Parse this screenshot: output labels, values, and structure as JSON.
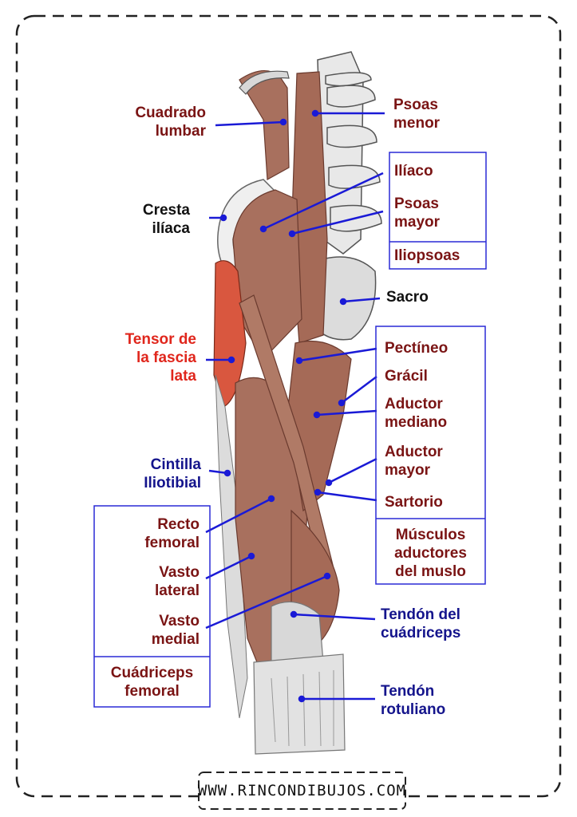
{
  "labels": {
    "cuadrado_lumbar": "Cuadrado\nlumbar",
    "psoas_menor": "Psoas\nmenor",
    "iliaco": "Ilíaco",
    "psoas_mayor": "Psoas\nmayor",
    "iliopsoas": "Iliopsoas",
    "cresta_iliaca": "Cresta\nilíaca",
    "sacro": "Sacro",
    "tensor": "Tensor de\nla fascia\nlata",
    "pectineo": "Pectíneo",
    "gracil": "Grácil",
    "aductor_mediano": "Aductor\nmediano",
    "aductor_mayor": "Aductor\nmayor",
    "sartorio": "Sartorio",
    "musculos_aductores": "Músculos\naductores\ndel muslo",
    "cintilla": "Cintilla\nIliotibial",
    "recto_femoral": "Recto\nfemoral",
    "vasto_lateral": "Vasto\nlateral",
    "vasto_medial": "Vasto\nmedial",
    "cuadriceps_femoral": "Cuádriceps\nfemoral",
    "tendon_cuadriceps": "Tendón del\ncuádriceps",
    "tendon_rotuliano": "Tendón\nrotuliano"
  },
  "footer": "WWW.RINCONDIBUJOS.COM",
  "colors": {
    "muscle": "#a8705e",
    "muscle_dark": "#7d4a3c",
    "tensor": "#d9573f",
    "bone": "#e6e6e6",
    "tendon": "#d4d4d4",
    "pointer": "#1a1ad6",
    "box": "#2a2ad6"
  }
}
